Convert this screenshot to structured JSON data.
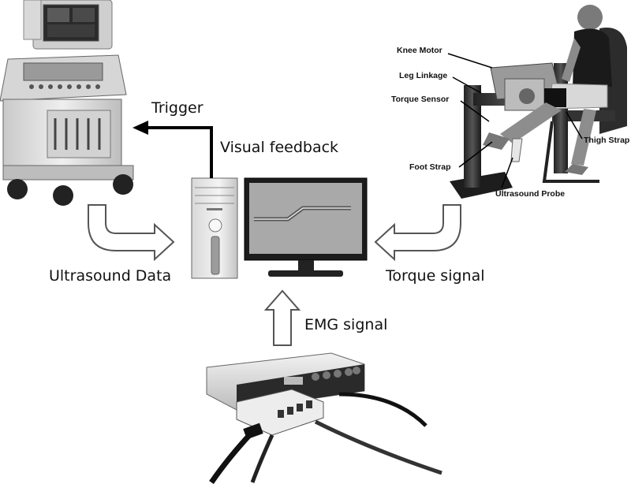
{
  "labels": {
    "trigger": "Trigger",
    "visual_feedback": "Visual feedback",
    "ultrasound_data": "Ultrasound Data",
    "torque_signal": "Torque signal",
    "emg_signal": "EMG signal"
  },
  "apparatus": {
    "knee_motor": "Knee Motor",
    "leg_linkage": "Leg Linkage",
    "torque_sensor": "Torque Sensor",
    "thigh_strap": "Thigh Strap",
    "foot_strap": "Foot Strap",
    "ultrasound_probe": "Ultrasound Probe"
  }
}
